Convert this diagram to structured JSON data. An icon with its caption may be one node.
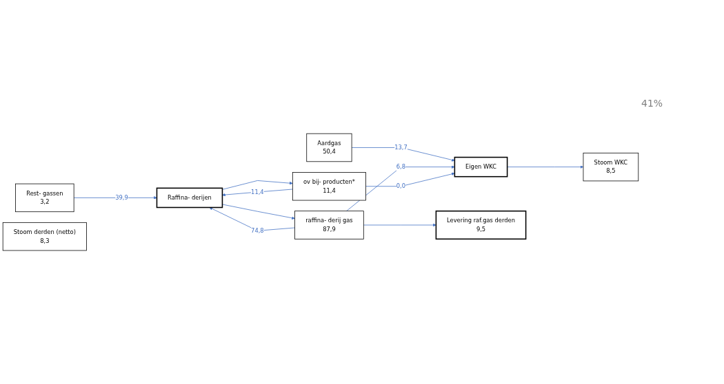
{
  "diagram": {
    "nodes": [
      {
        "text": [
          "Aardgas",
          "50,4"
        ]
      },
      {
        "text": [
          "Rest- gassen",
          "3,2"
        ]
      },
      {
        "text": [
          "Eigen WKC"
        ]
      },
      {
        "text": [
          "Stoom derden (netto)",
          "8,3"
        ]
      },
      {
        "text": [
          "Stoom WKC",
          "8,5"
        ]
      },
      {
        "text": [
          "Raffina- derijen"
        ]
      },
      {
        "text": [
          "raffina- derij gas",
          "87,9"
        ]
      },
      {
        "text": [
          "ov bij- producten*",
          "11,4"
        ]
      },
      {
        "text": [
          "Levering raf.gas derden",
          "9,5"
        ]
      }
    ],
    "edges": [
      {
        "from": 0,
        "to": 2,
        "arrow": "to",
        "label": "13,7"
      },
      {
        "from": 2,
        "to": 4,
        "arrow": "to"
      },
      {
        "from": 1,
        "to": 5,
        "arrow": "to",
        "label": "39,9"
      },
      {
        "from": 5,
        "to": 6,
        "arrow": "to"
      },
      {
        "from": 5,
        "to": 7,
        "arrow": "to"
      },
      {
        "from": 6,
        "to": 5,
        "arrow": "to",
        "label": "74,8"
      },
      {
        "from": 7,
        "to": 5,
        "arrow": "to",
        "label": "11,4"
      },
      {
        "from": 6,
        "to": 2,
        "arrow": "to",
        "label": "6,8"
      },
      {
        "from": 7,
        "to": 2,
        "arrow": "to",
        "label": "0,0"
      },
      {
        "from": 6,
        "to": 8,
        "arrow": "to"
      }
    ],
    "labels": [
      "41%"
    ]
  }
}
